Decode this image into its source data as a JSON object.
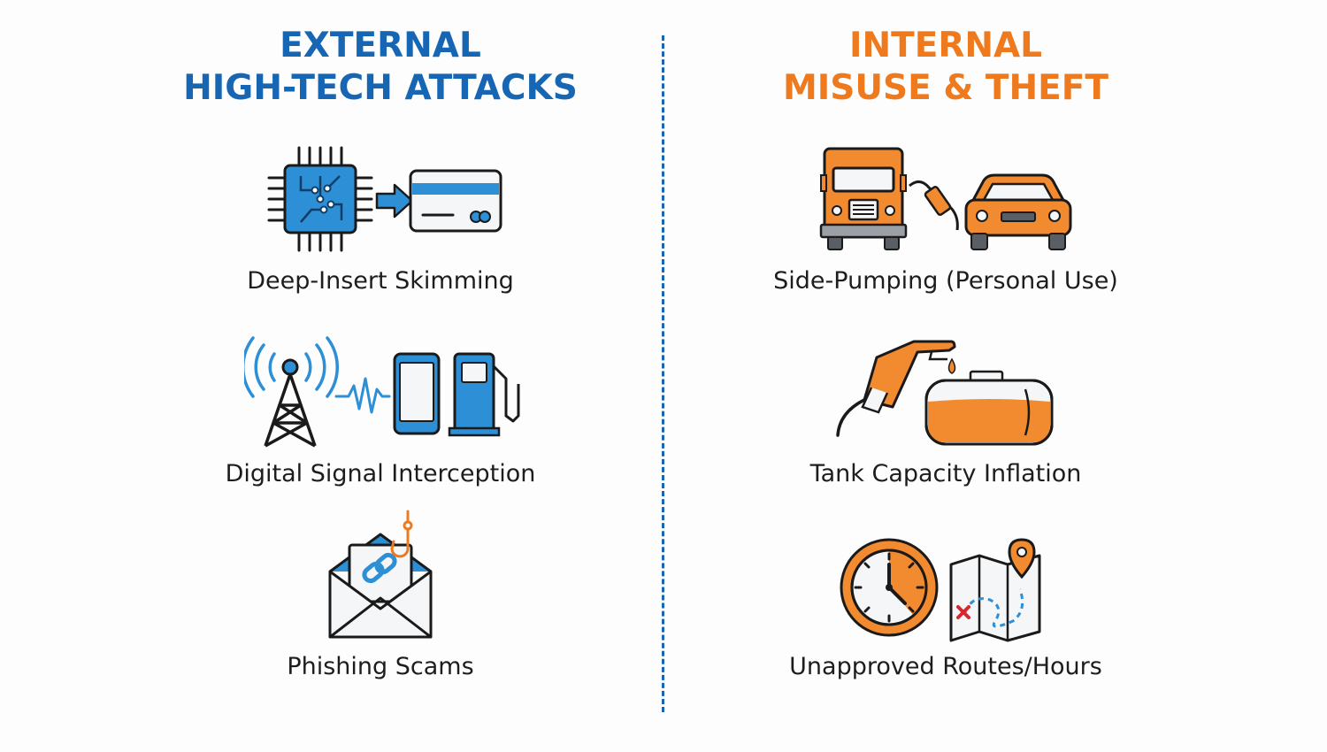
{
  "external": {
    "heading_line1": "EXTERNAL",
    "heading_line2": "HIGH-TECH ATTACKS",
    "color": "#1766b4",
    "items": [
      {
        "label": "Deep-Insert Skimming",
        "icons": [
          "chip-icon",
          "arrow-right-icon",
          "credit-card-icon"
        ]
      },
      {
        "label": "Digital Signal Interception",
        "icons": [
          "antenna-tower-icon",
          "signal-wave-icon",
          "smartphone-icon",
          "fuel-pump-icon"
        ]
      },
      {
        "label": "Phishing Scams",
        "icons": [
          "envelope-icon",
          "link-icon",
          "fishing-hook-icon"
        ]
      }
    ]
  },
  "internal": {
    "heading_line1": "INTERNAL",
    "heading_line2": "MISUSE & THEFT",
    "color": "#ef7a1e",
    "items": [
      {
        "label": "Side-Pumping (Personal Use)",
        "icons": [
          "truck-icon",
          "fuel-nozzle-icon",
          "car-icon"
        ]
      },
      {
        "label": "Tank Capacity Inflation",
        "icons": [
          "fuel-nozzle-icon",
          "fuel-drop-icon",
          "fuel-tank-icon"
        ]
      },
      {
        "label": "Unapproved Routes/Hours",
        "icons": [
          "clock-icon",
          "map-icon",
          "location-pin-icon"
        ]
      }
    ]
  }
}
